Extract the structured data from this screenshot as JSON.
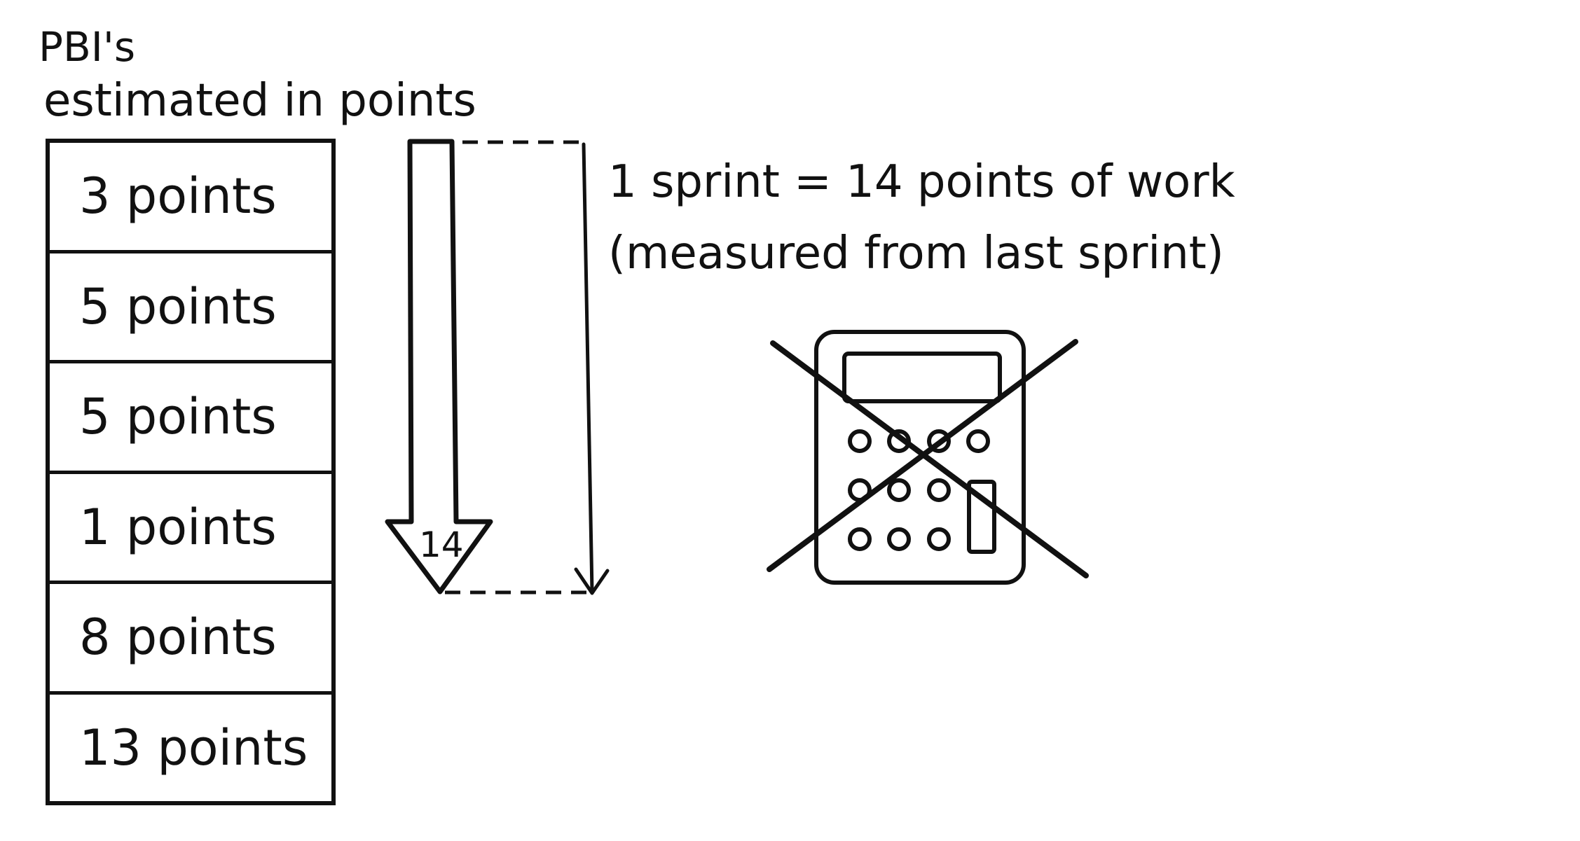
{
  "heading": {
    "line1": "PBI's",
    "line2": "estimated in points"
  },
  "pbis": [
    {
      "label": "3 points",
      "points": 3
    },
    {
      "label": "5 points",
      "points": 5
    },
    {
      "label": "5 points",
      "points": 5
    },
    {
      "label": "1 points",
      "points": 1
    },
    {
      "label": "8 points",
      "points": 8
    },
    {
      "label": "13 points",
      "points": 13
    }
  ],
  "arrow": {
    "label": "14"
  },
  "sprint_note": {
    "line1": "1 sprint = 14 points of work",
    "line2": "(measured from last sprint)"
  },
  "icons": {
    "calculator": "calculator-icon",
    "cross": "crossed-out"
  },
  "colors": {
    "ink": "#111111",
    "paper": "#ffffff"
  }
}
